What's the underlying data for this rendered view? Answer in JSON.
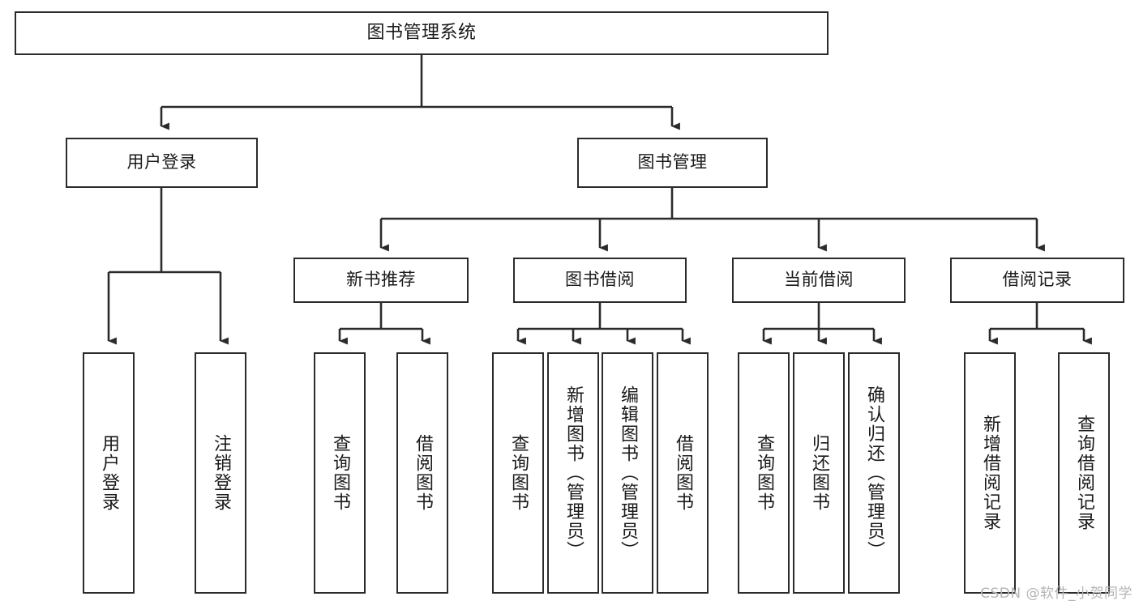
{
  "diagram": {
    "type": "tree",
    "title": "图书管理系统",
    "orientation": "top-down",
    "colors": {
      "node_border": "#2b2b2b",
      "node_fill": "#ffffff",
      "edge": "#2b2b2b",
      "text": "#1a1a1a",
      "background": "#ffffff",
      "watermark": "#b4b4b4"
    },
    "nodes": {
      "root": {
        "label": "图书管理系统",
        "level": 1
      },
      "level2": [
        {
          "id": "user-login",
          "label": "用户登录"
        },
        {
          "id": "book-management",
          "label": "图书管理"
        }
      ],
      "level3": [
        {
          "id": "new-book-recommend",
          "label": "新书推荐",
          "parent": "book-management"
        },
        {
          "id": "book-borrow",
          "label": "图书借阅",
          "parent": "book-management"
        },
        {
          "id": "current-borrow",
          "label": "当前借阅",
          "parent": "book-management"
        },
        {
          "id": "borrow-record",
          "label": "借阅记录",
          "parent": "book-management"
        }
      ],
      "leaves": [
        {
          "id": "leaf-user-login",
          "label": "用户登录",
          "parent": "user-login"
        },
        {
          "id": "leaf-logout",
          "label": "注销登录",
          "parent": "user-login"
        },
        {
          "id": "leaf-query-book-1",
          "label": "查询图书",
          "parent": "new-book-recommend"
        },
        {
          "id": "leaf-borrow-book-1",
          "label": "借阅图书",
          "parent": "new-book-recommend"
        },
        {
          "id": "leaf-query-book-2",
          "label": "查询图书",
          "parent": "book-borrow"
        },
        {
          "id": "leaf-add-book",
          "label": "新增图书（管理员）",
          "parent": "book-borrow"
        },
        {
          "id": "leaf-edit-book",
          "label": "编辑图书（管理员）",
          "parent": "book-borrow"
        },
        {
          "id": "leaf-borrow-book-2",
          "label": "借阅图书",
          "parent": "book-borrow"
        },
        {
          "id": "leaf-query-book-3",
          "label": "查询图书",
          "parent": "current-borrow"
        },
        {
          "id": "leaf-return-book",
          "label": "归还图书",
          "parent": "current-borrow"
        },
        {
          "id": "leaf-confirm-return",
          "label": "确认归还（管理员）",
          "parent": "current-borrow"
        },
        {
          "id": "leaf-add-record",
          "label": "新增借阅记录",
          "parent": "borrow-record"
        },
        {
          "id": "leaf-query-record",
          "label": "查询借阅记录",
          "parent": "borrow-record"
        }
      ]
    }
  },
  "watermark": {
    "text": "CSDN @软件_小贺同学"
  }
}
